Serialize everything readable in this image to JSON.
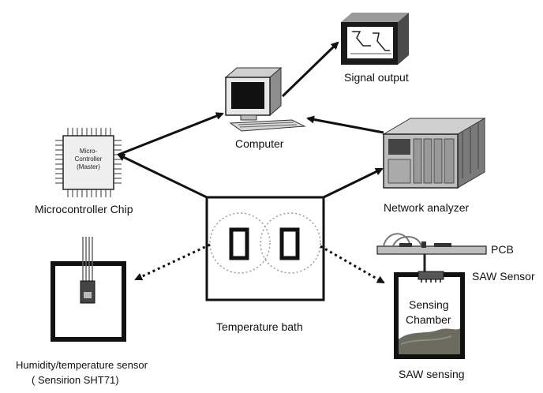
{
  "labels": {
    "signal_output": "Signal output",
    "computer": "Computer",
    "network_analyzer": "Network analyzer",
    "microcontroller_chip": "Microcontroller Chip",
    "temperature_bath": "Temperature bath",
    "humidity_sensor_line1": "Humidity/temperature sensor",
    "humidity_sensor_line2": "( Sensirion SHT71)",
    "pcb": "PCB",
    "saw_sensor": "SAW Sensor",
    "sensing_chamber_line1": "Sensing",
    "sensing_chamber_line2": "Chamber",
    "saw_sensing_line1": "SAW sensing",
    "chip_text_line1": "Micro-",
    "chip_text_line2": "Controller",
    "chip_text_line3": "(Master)"
  },
  "icons": {
    "signal_output": "signal-output-icon",
    "computer": "computer-icon",
    "network_analyzer": "network-analyzer-icon",
    "microcontroller": "microcontroller-chip-icon",
    "humidity_sensor": "humidity-sensor-icon",
    "pcb": "pcb-board-icon"
  },
  "colors": {
    "line": "#111111",
    "dotted_circle": "#999999",
    "liquid": "#6b6b5e"
  }
}
